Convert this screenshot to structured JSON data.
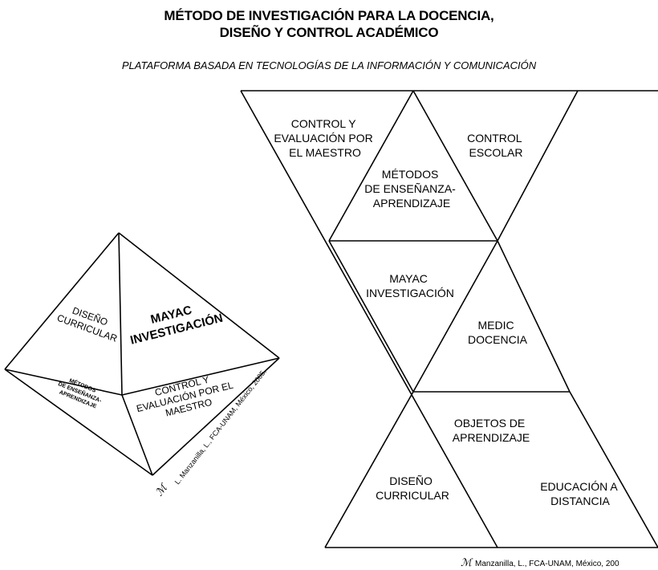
{
  "title_line1": "MÉTODO DE INVESTIGACIÓN PARA LA DOCENCIA,",
  "title_line2": "DISEÑO Y CONTROL ACADÉMICO",
  "subtitle": "PLATAFORMA BASADA EN TECNOLOGÍAS DE LA INFORMACIÓN Y COMUNICACIÓN",
  "pyramid": {
    "left_face": [
      "DISEÑO",
      "CURRICULAR"
    ],
    "center_face": [
      "MAYAC",
      "INVESTIGACIÓN"
    ],
    "bottom_left_face": [
      "MÉTODOS",
      "DE ENSEÑANZA-",
      "APRENDIZAJE"
    ],
    "bottom_right_face": [
      "CONTROL Y",
      "EVALUACIÓN POR EL",
      "MAESTRO"
    ],
    "credit": "L. Manzanilla, L., FCA-UNAM, México, 2005."
  },
  "net": {
    "t1": [
      "CONTROL Y",
      "EVALUACIÓN POR",
      "EL MAESTRO"
    ],
    "t2": [
      "MÉTODOS",
      "DE ENSEÑANZA-",
      "APRENDIZAJE"
    ],
    "t3": [
      "CONTROL",
      "ESCOLAR"
    ],
    "t4": [
      "MAYAC",
      "INVESTIGACIÓN"
    ],
    "t5": [
      "MEDIC",
      "DOCENCIA"
    ],
    "t6": [
      "OBJETOS DE",
      "APRENDIZAJE"
    ],
    "t7": [
      "DISEÑO",
      "CURRICULAR"
    ],
    "t8": [
      "EDUCACIÓN A",
      "DISTANCIA"
    ]
  },
  "credit_right": "Manzanilla, L., FCA-UNAM, México, 200"
}
